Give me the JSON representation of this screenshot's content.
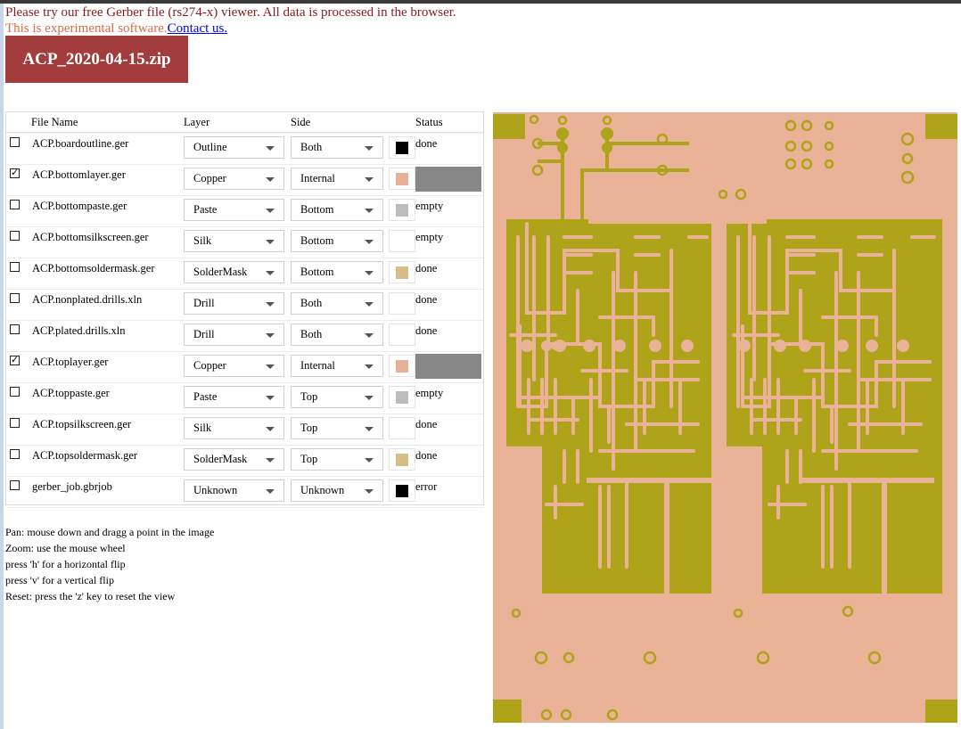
{
  "intro": {
    "line1": "Please try our free Gerber file (rs274-x) viewer. All data is processed in the browser.",
    "line2": "This is experimental software.",
    "contact": "Contact us."
  },
  "zip_button": "ACP_2020-04-15.zip",
  "table": {
    "headers": {
      "file": "File Name",
      "layer": "Layer",
      "side": "Side",
      "status": "Status"
    },
    "rows": [
      {
        "checked": false,
        "file": "ACP.boardoutline.ger",
        "layer": "Outline",
        "side": "Both",
        "color": "#000000",
        "status": "done"
      },
      {
        "checked": true,
        "file": "ACP.bottomlayer.ger",
        "layer": "Copper",
        "side": "Internal",
        "color": "#e8b096",
        "status": ""
      },
      {
        "checked": false,
        "file": "ACP.bottompaste.ger",
        "layer": "Paste",
        "side": "Bottom",
        "color": "#bdbdbd",
        "status": "empty"
      },
      {
        "checked": false,
        "file": "ACP.bottomsilkscreen.ger",
        "layer": "Silk",
        "side": "Bottom",
        "color": "",
        "status": "empty"
      },
      {
        "checked": false,
        "file": "ACP.bottomsoldermask.ger",
        "layer": "SolderMask",
        "side": "Bottom",
        "color": "#d8bc88",
        "status": "done"
      },
      {
        "checked": false,
        "file": "ACP.nonplated.drills.xln",
        "layer": "Drill",
        "side": "Both",
        "color": "",
        "status": "done"
      },
      {
        "checked": false,
        "file": "ACP.plated.drills.xln",
        "layer": "Drill",
        "side": "Both",
        "color": "",
        "status": "done"
      },
      {
        "checked": true,
        "file": "ACP.toplayer.ger",
        "layer": "Copper",
        "side": "Internal",
        "color": "#e8b096",
        "status": ""
      },
      {
        "checked": false,
        "file": "ACP.toppaste.ger",
        "layer": "Paste",
        "side": "Top",
        "color": "#bdbdbd",
        "status": "empty"
      },
      {
        "checked": false,
        "file": "ACP.topsilkscreen.ger",
        "layer": "Silk",
        "side": "Top",
        "color": "",
        "status": "done"
      },
      {
        "checked": false,
        "file": "ACP.topsoldermask.ger",
        "layer": "SolderMask",
        "side": "Top",
        "color": "#d8bc88",
        "status": "done"
      },
      {
        "checked": false,
        "file": "gerber_job.gbrjob",
        "layer": "Unknown",
        "side": "Unknown",
        "color": "#000000",
        "status": "error"
      }
    ]
  },
  "help": [
    "Pan: mouse down and dragg a point in the image",
    "Zoom: use the mouse wheel",
    "press 'h' for a horizontal flip",
    "press 'v' for a vertical flip",
    "Reset: press the 'z' key to reset the view"
  ],
  "board_colors": {
    "background": "#eab296",
    "copper": "#aea319"
  }
}
